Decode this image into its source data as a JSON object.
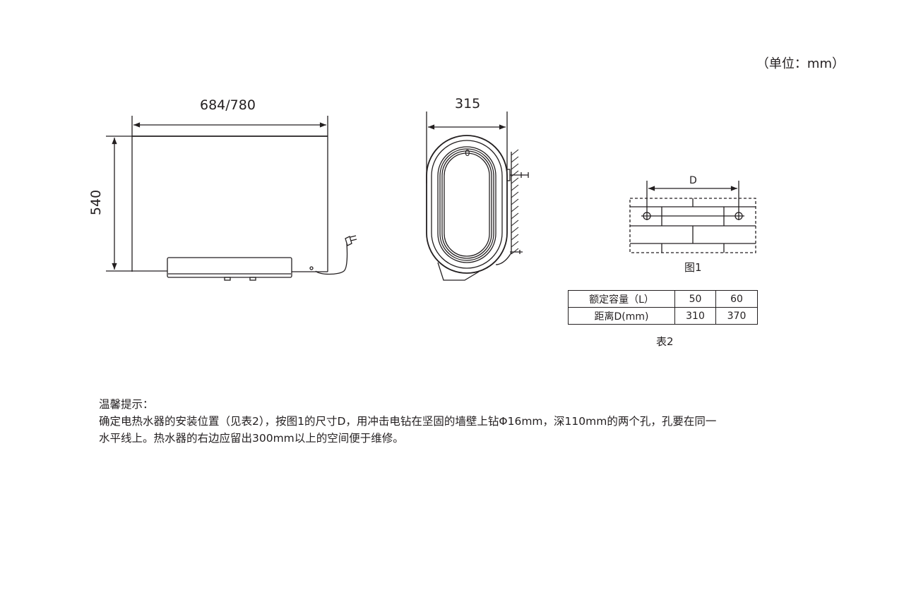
{
  "unit_label": "（单位：mm）",
  "front_view": {
    "width_label": "684/780",
    "height_label": "540"
  },
  "side_view": {
    "depth_label": "315",
    "dial_mark": "0"
  },
  "figure1": {
    "dimension_label": "D",
    "caption": "图1"
  },
  "table2": {
    "rows": [
      {
        "header": "额定容量（L）",
        "values": [
          "50",
          "60"
        ]
      },
      {
        "header": "距离D(mm)",
        "values": [
          "310",
          "370"
        ]
      }
    ],
    "caption": "表2"
  },
  "notes": {
    "title": "温馨提示：",
    "line1": "确定电热水器的安装位置（见表2），按图1的尺寸D，用冲击电钻在坚固的墙壁上钻Φ16mm，深110mm的两个孔，孔要在同一",
    "line2": "水平线上。热水器的右边应留出300mm以上的空间便于维修。"
  },
  "colors": {
    "ink": "#231f20"
  }
}
